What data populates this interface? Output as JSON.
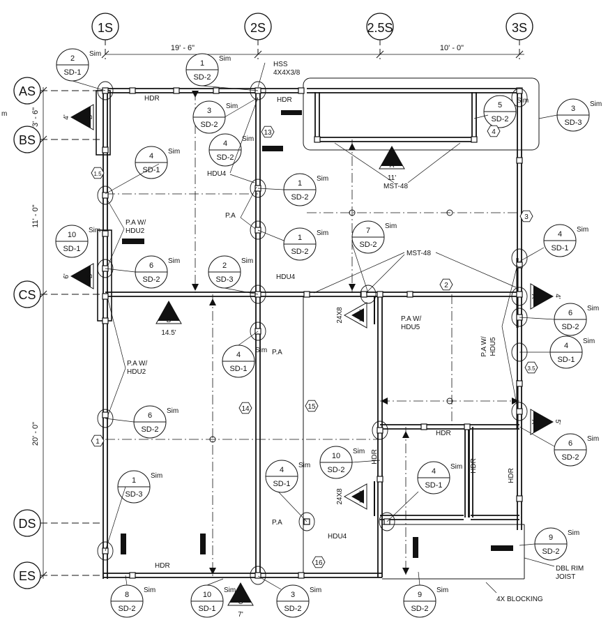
{
  "grid": {
    "columns": [
      "1S",
      "2S",
      "2.5S",
      "3S"
    ],
    "rows": [
      "AS",
      "BS",
      "CS",
      "DS",
      "ES"
    ]
  },
  "dimensions": {
    "top": [
      "19' - 6\"",
      "10' - 0\""
    ],
    "left": [
      "3' - 6\"",
      "11' - 0\"",
      "20' - 0\""
    ]
  },
  "detail_callouts": [
    {
      "num": "2",
      "sheet": "SD-1"
    },
    {
      "num": "1",
      "sheet": "SD-2"
    },
    {
      "num": "3",
      "sheet": "SD-2"
    },
    {
      "num": "4",
      "sheet": "SD-2"
    },
    {
      "num": "4",
      "sheet": "SD-1"
    },
    {
      "num": "1",
      "sheet": "SD-2"
    },
    {
      "num": "10",
      "sheet": "SD-1"
    },
    {
      "num": "1",
      "sheet": "SD-2"
    },
    {
      "num": "6",
      "sheet": "SD-2"
    },
    {
      "num": "2",
      "sheet": "SD-3"
    },
    {
      "num": "7",
      "sheet": "SD-2"
    },
    {
      "num": "5",
      "sheet": "SD-2"
    },
    {
      "num": "3",
      "sheet": "SD-3"
    },
    {
      "num": "4",
      "sheet": "SD-1"
    },
    {
      "num": "6",
      "sheet": "SD-2"
    },
    {
      "num": "4",
      "sheet": "SD-1"
    },
    {
      "num": "6",
      "sheet": "SD-2"
    },
    {
      "num": "4",
      "sheet": "SD-1"
    },
    {
      "num": "4",
      "sheet": "SD-1"
    },
    {
      "num": "10",
      "sheet": "SD-2"
    },
    {
      "num": "4",
      "sheet": "SD-1"
    },
    {
      "num": "6",
      "sheet": "SD-2"
    },
    {
      "num": "1",
      "sheet": "SD-3"
    },
    {
      "num": "9",
      "sheet": "SD-2"
    },
    {
      "num": "8",
      "sheet": "SD-2"
    },
    {
      "num": "10",
      "sheet": "SD-1"
    },
    {
      "num": "3",
      "sheet": "SD-2"
    },
    {
      "num": "9",
      "sheet": "SD-2"
    }
  ],
  "callout_note": "Sim",
  "shear_wall_tags": [
    {
      "letter": "B",
      "length": "4'"
    },
    {
      "letter": "B",
      "length": "6'"
    },
    {
      "letter": "A",
      "length": "11'"
    },
    {
      "letter": "B",
      "length": "14.5'"
    },
    {
      "letter": "A",
      "length": "4'"
    },
    {
      "letter": "A",
      "length": "5'"
    },
    {
      "letter": "C",
      "length": "7'"
    }
  ],
  "hfx_tags": [
    {
      "label": "HFX",
      "size": "24X8"
    },
    {
      "label": "HFX",
      "size": "24X8"
    }
  ],
  "hex_tags": [
    "13",
    "1.5",
    "4",
    "3",
    "2",
    "3.5",
    "14",
    "15",
    "1",
    "16"
  ],
  "notes": {
    "hdr": "HDR",
    "hss": "HSS",
    "hss_size": "4X4X3/8",
    "hdu4": "HDU4",
    "pa": "P.A",
    "pa_w": "P.A W/",
    "hdu2": "HDU2",
    "hdu5": "HDU5",
    "mst48": "MST-48",
    "dbl_rim_1": "DBL RIM",
    "dbl_rim_2": "JOIST",
    "blocking": "4X BLOCKING",
    "edge_m": "m"
  }
}
